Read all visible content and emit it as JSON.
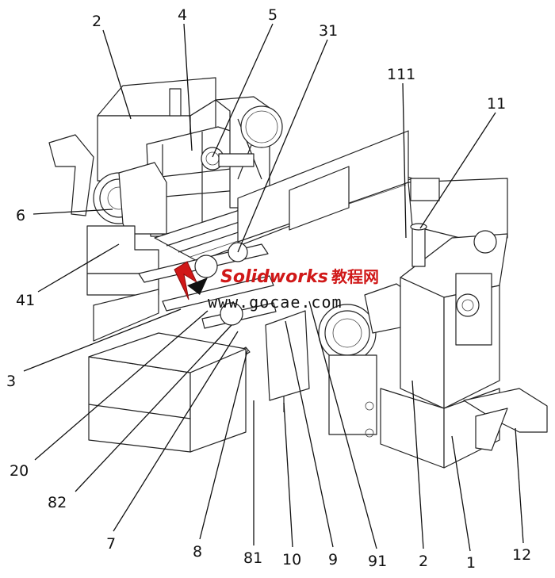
{
  "labels": {
    "l2a": "2",
    "l4": "4",
    "l5": "5",
    "l31": "31",
    "l111": "111",
    "l11": "11",
    "l6": "6",
    "l41": "41",
    "l3": "3",
    "l20": "20",
    "l82": "82",
    "l7": "7",
    "l8": "8",
    "l81": "81",
    "l10": "10",
    "l9": "9",
    "l91": "91",
    "l2b": "2",
    "l1": "1",
    "l12": "12"
  },
  "watermark": {
    "brand": "Solidworks",
    "brand_cn": "教程网",
    "url": "www.gocae.com"
  }
}
